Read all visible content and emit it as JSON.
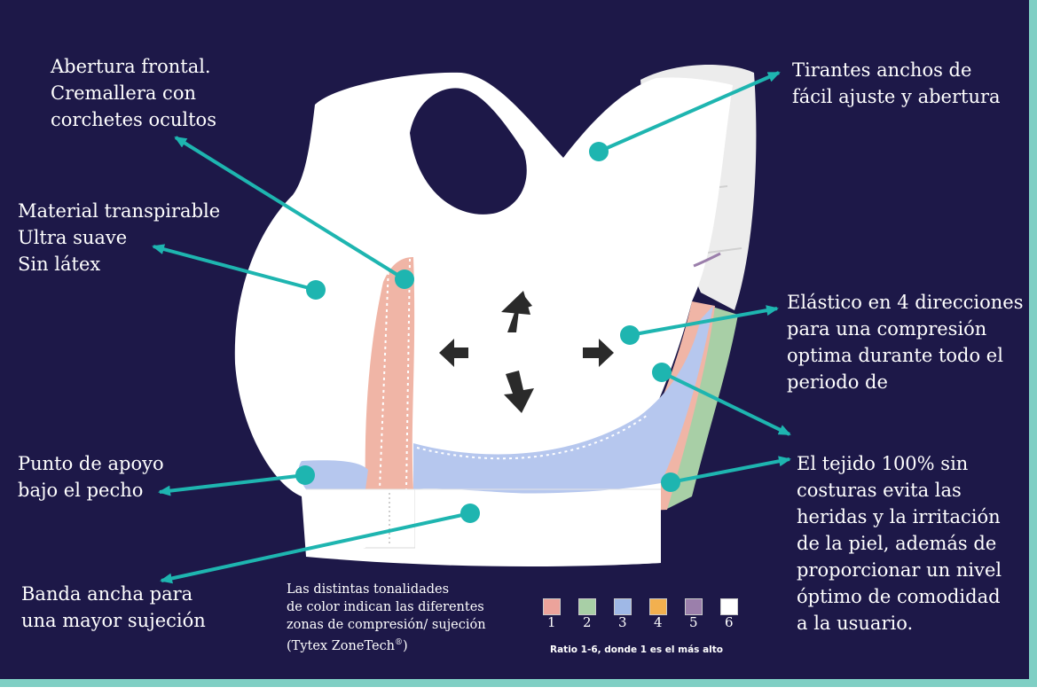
{
  "labels": {
    "front_opening": "Abertura frontal.\nCremallera con\ncorchetes ocultos",
    "material": "Material transpirable\nUltra suave\nSin látex",
    "straps": "Tirantes anchos de\nfácil ajuste y abertura",
    "elastic": "Elástico en 4 direcciones\npara una compresión\noptima durante todo el\nperiodo de",
    "support_point": "Punto de apoyo\nbajo el pecho",
    "band": "Banda ancha para\nuna mayor sujeción",
    "seamless": "El tejido 100% sin\ncosturas evita las\nheridas y la irritación\nde la piel, además de\nproporcionar un nivel\nóptimo de comodidad\na la usuario."
  },
  "legend": {
    "note": "Las distintas tonalidades\nde color indican las diferentes\n zonas de compresión/ sujeción\n(Tytex ZoneTech",
    "note_sup": "®",
    "note_end": ")",
    "ratio": "Ratio 1-6, donde 1 es el más alto",
    "swatches": [
      {
        "num": "1",
        "color": "#eca39b"
      },
      {
        "num": "2",
        "color": "#a8cfa6"
      },
      {
        "num": "3",
        "color": "#9fb8e6"
      },
      {
        "num": "4",
        "color": "#f2b04f"
      },
      {
        "num": "5",
        "color": "#9b7fab"
      },
      {
        "num": "6",
        "color": "#ffffff"
      }
    ]
  },
  "colors": {
    "background": "#1d1848",
    "accent": "#1eb5b0",
    "zone_pink": "#f0b5a6",
    "zone_blue": "#b6c7ee",
    "zone_green": "#a8cfa6"
  },
  "icons": {
    "arrows": "four-direction-arrows-icon",
    "pointer": "callout-arrow-icon"
  }
}
